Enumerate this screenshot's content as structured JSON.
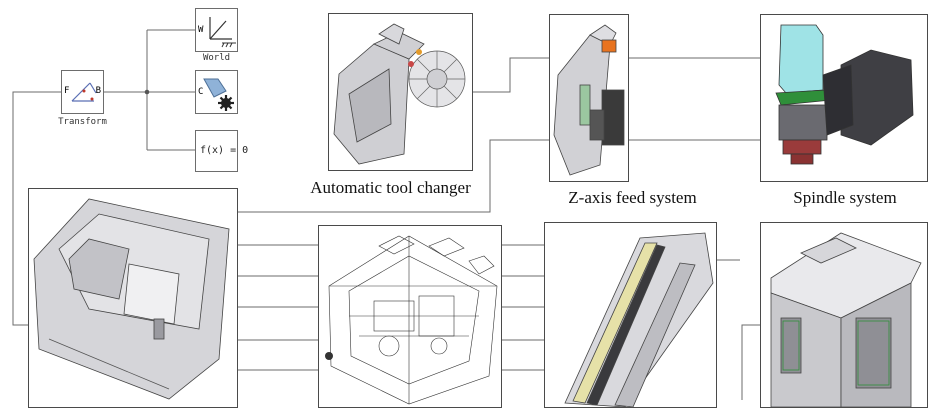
{
  "simulink": {
    "transform_label": "Transform",
    "world_label": "World",
    "transform_port_in": "F",
    "transform_port_out": "B",
    "world_port": "W",
    "solver_port": "C",
    "equation_text": "f(x) = 0"
  },
  "captions": {
    "tool_changer": "Automatic tool changer",
    "z_axis": "Z-axis feed system",
    "spindle": "Spindle system"
  },
  "colors": {
    "wire": "#6b6b6b",
    "cad_gray": "#c9c9cd",
    "spindle_cyan": "#9fe3e6",
    "spindle_green": "#2f8f3a",
    "spindle_red": "#9a3b3b",
    "orange_part": "#e8731f",
    "rail_yellow": "#e6e1a8"
  }
}
